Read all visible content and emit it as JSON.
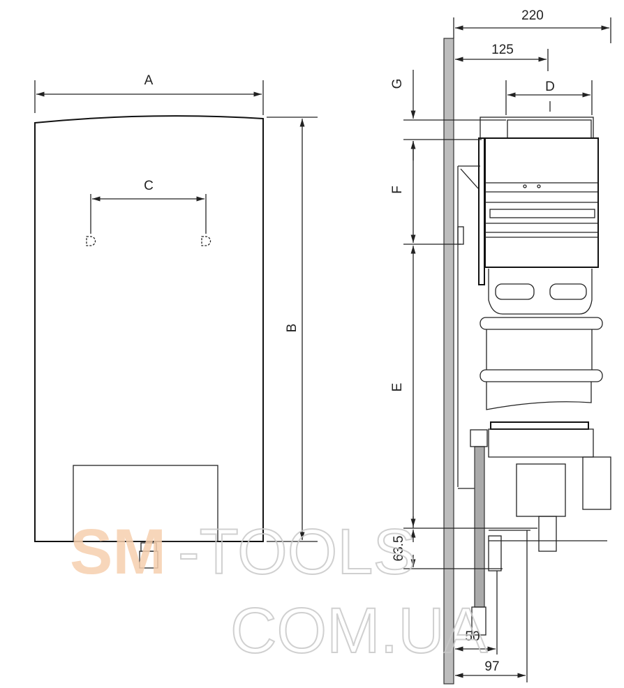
{
  "front_view": {
    "dim_width": "A",
    "dim_height": "B",
    "dim_pipe_spacing": "C"
  },
  "side_view": {
    "dim_total_depth": "220",
    "dim_flue_axis": "125",
    "dim_flue_diameter": "D",
    "dim_top_gap": "G",
    "dim_flue_to_bracket": "F",
    "dim_bracket_to_bottom": "E",
    "dim_bottom_offset": "63.5",
    "dim_pipe_1": "50",
    "dim_pipe_2": "97"
  },
  "watermark": {
    "line1_part1": "SM",
    "line1_part2": "-TOOLS",
    "line2": "COM.UA"
  },
  "colors": {
    "line": "#222222",
    "wall": "#bdbdbd",
    "watermark_fill": "#f6cfae",
    "watermark_outline": "#c8c8c8"
  }
}
